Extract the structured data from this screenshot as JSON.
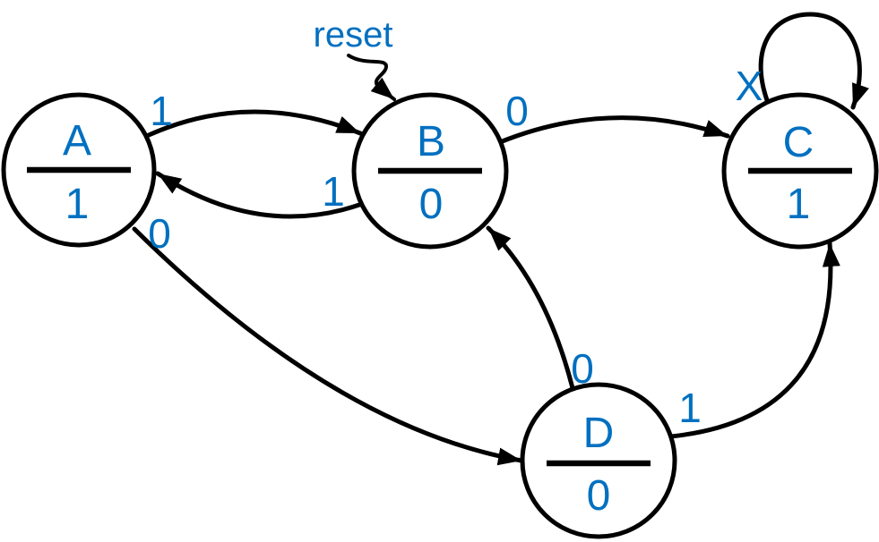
{
  "diagram": {
    "type": "finite-state-machine",
    "background_color": "#FFFFFF",
    "stroke_color": "#000000",
    "accent_color": "#0070C0",
    "reset": {
      "label": "reset",
      "target": "B"
    },
    "states": [
      {
        "name": "A",
        "output": "1"
      },
      {
        "name": "B",
        "output": "0"
      },
      {
        "name": "C",
        "output": "1"
      },
      {
        "name": "D",
        "output": "0"
      }
    ],
    "transitions": [
      {
        "from": "A",
        "to": "B",
        "label": "1"
      },
      {
        "from": "B",
        "to": "A",
        "label": "1"
      },
      {
        "from": "B",
        "to": "C",
        "label": "0"
      },
      {
        "from": "C",
        "to": "C",
        "label": "X"
      },
      {
        "from": "A",
        "to": "D",
        "label": "0"
      },
      {
        "from": "D",
        "to": "B",
        "label": "0"
      },
      {
        "from": "D",
        "to": "C",
        "label": "1"
      }
    ]
  }
}
